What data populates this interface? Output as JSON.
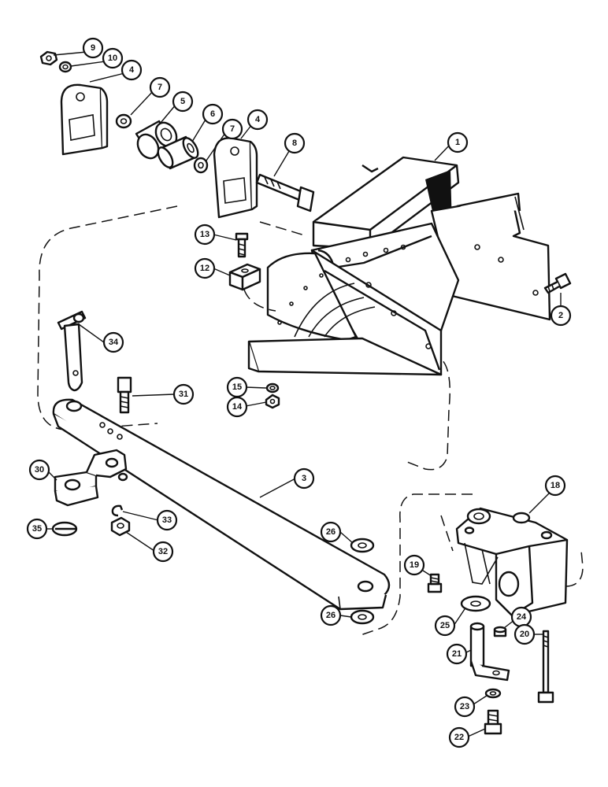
{
  "callouts": [
    {
      "id": "9",
      "label": "9"
    },
    {
      "id": "10",
      "label": "10"
    },
    {
      "id": "4a",
      "label": "4"
    },
    {
      "id": "7a",
      "label": "7"
    },
    {
      "id": "5",
      "label": "5"
    },
    {
      "id": "6",
      "label": "6"
    },
    {
      "id": "7b",
      "label": "7"
    },
    {
      "id": "4b",
      "label": "4"
    },
    {
      "id": "8",
      "label": "8"
    },
    {
      "id": "1",
      "label": "1"
    },
    {
      "id": "2",
      "label": "2"
    },
    {
      "id": "13",
      "label": "13"
    },
    {
      "id": "12",
      "label": "12"
    },
    {
      "id": "34",
      "label": "34"
    },
    {
      "id": "31",
      "label": "31"
    },
    {
      "id": "15",
      "label": "15"
    },
    {
      "id": "14",
      "label": "14"
    },
    {
      "id": "3",
      "label": "3"
    },
    {
      "id": "30",
      "label": "30"
    },
    {
      "id": "35",
      "label": "35"
    },
    {
      "id": "33",
      "label": "33"
    },
    {
      "id": "32",
      "label": "32"
    },
    {
      "id": "26a",
      "label": "26"
    },
    {
      "id": "26b",
      "label": "26"
    },
    {
      "id": "18",
      "label": "18"
    },
    {
      "id": "19",
      "label": "19"
    },
    {
      "id": "25",
      "label": "25"
    },
    {
      "id": "24",
      "label": "24"
    },
    {
      "id": "21",
      "label": "21"
    },
    {
      "id": "20",
      "label": "20"
    },
    {
      "id": "23",
      "label": "23"
    },
    {
      "id": "22",
      "label": "22"
    }
  ]
}
